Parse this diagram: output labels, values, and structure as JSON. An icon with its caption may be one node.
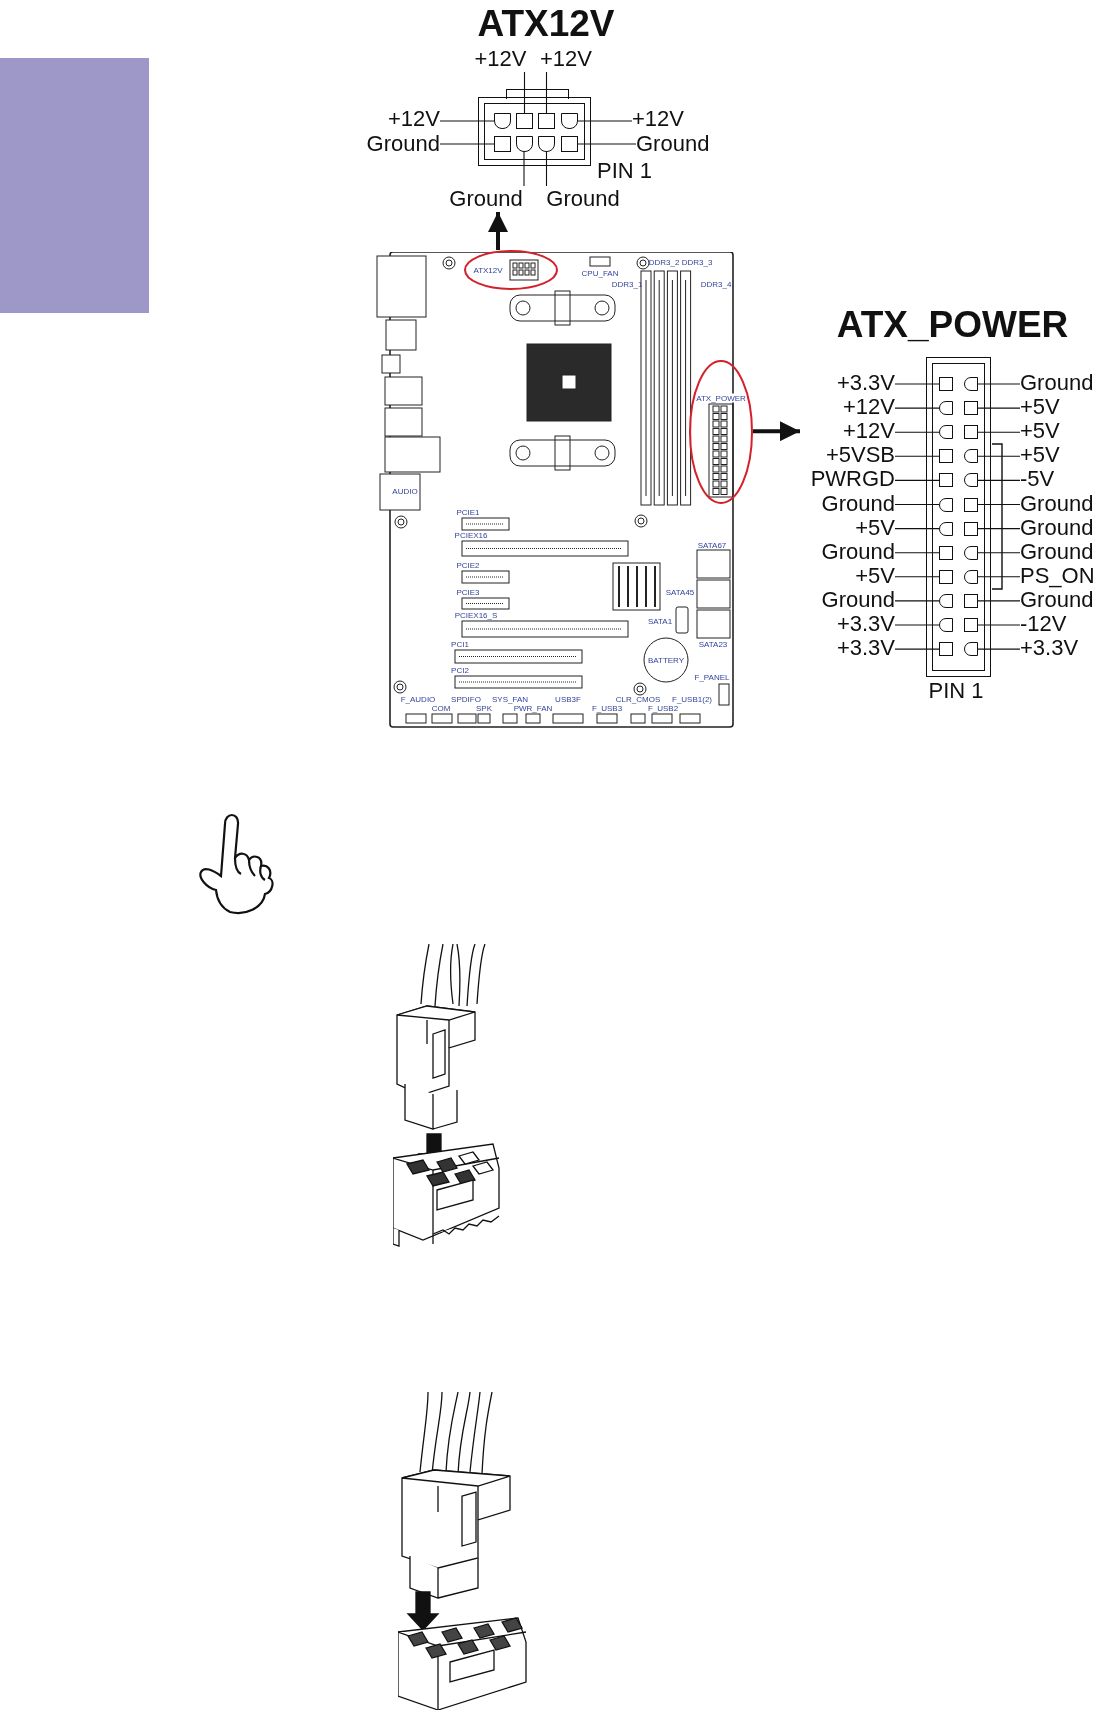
{
  "diagram": {
    "nodes": [
      {
        "text": [
          "ATX12V"
        ],
        "beside": [
          "PIN 1"
        ]
      },
      {
        "text": [],
        "shape": "box",
        "in": 0
      },
      {
        "text": [],
        "shape": "box",
        "in": 0
      },
      {
        "text": [],
        "shape": "box",
        "in": 0
      },
      {
        "text": [],
        "shape": "box",
        "in": 0
      },
      {
        "text": [],
        "shape": "box",
        "in": 0
      },
      {
        "text": [],
        "shape": "box",
        "in": 0
      },
      {
        "text": [],
        "shape": "box",
        "in": 0
      },
      {
        "text": [],
        "shape": "box",
        "in": 0
      },
      {
        "text": [
          "+12V"
        ]
      },
      {
        "text": [
          "+12V"
        ]
      },
      {
        "text": [
          "+12V"
        ]
      },
      {
        "text": [
          "+12V"
        ]
      },
      {
        "text": [
          "Ground"
        ]
      },
      {
        "text": [
          "Ground"
        ]
      },
      {
        "text": [
          "Ground"
        ]
      },
      {
        "text": [
          "Ground"
        ]
      },
      {
        "text": [],
        "shape": "picture"
      },
      {
        "text": [
          "ATX12V"
        ],
        "in": 17
      },
      {
        "text": [
          "ATX_POWER"
        ]
      },
      {
        "text": [
          "ATX_POWER"
        ],
        "beside": [
          "PIN 1"
        ]
      },
      {
        "text": [],
        "shape": "box",
        "in": 20
      },
      {
        "text": [],
        "shape": "box",
        "in": 20
      },
      {
        "text": [],
        "shape": "box",
        "in": 20
      },
      {
        "text": [],
        "shape": "box",
        "in": 20
      },
      {
        "text": [],
        "shape": "box",
        "in": 20
      },
      {
        "text": [],
        "shape": "box",
        "in": 20
      },
      {
        "text": [],
        "shape": "box",
        "in": 20
      },
      {
        "text": [],
        "shape": "box",
        "in": 20
      },
      {
        "text": [],
        "shape": "box",
        "in": 20
      },
      {
        "text": [],
        "shape": "box",
        "in": 20
      },
      {
        "text": [],
        "shape": "box",
        "in": 20
      },
      {
        "text": [],
        "shape": "box",
        "in": 20
      },
      {
        "text": [],
        "shape": "box",
        "in": 20
      },
      {
        "text": [],
        "shape": "box",
        "in": 20
      },
      {
        "text": [],
        "shape": "box",
        "in": 20
      },
      {
        "text": [],
        "shape": "box",
        "in": 20
      },
      {
        "text": [],
        "shape": "box",
        "in": 20
      },
      {
        "text": [],
        "shape": "box",
        "in": 20
      },
      {
        "text": [],
        "shape": "box",
        "in": 20
      },
      {
        "text": [],
        "shape": "box",
        "in": 20
      },
      {
        "text": [],
        "shape": "box",
        "in": 20
      },
      {
        "text": [],
        "shape": "box",
        "in": 20
      },
      {
        "text": [],
        "shape": "box",
        "in": 20
      },
      {
        "text": [],
        "shape": "box",
        "in": 20
      },
      {
        "text": [
          "+3.3V"
        ]
      },
      {
        "text": [
          "Ground"
        ]
      },
      {
        "text": [
          "+12V"
        ]
      },
      {
        "text": [
          "+5V"
        ]
      },
      {
        "text": [
          "+12V"
        ]
      },
      {
        "text": [
          "+5V"
        ]
      },
      {
        "text": [
          "+5VSB"
        ]
      },
      {
        "text": [
          "+5V"
        ]
      },
      {
        "text": [
          "PWRGD"
        ]
      },
      {
        "text": [
          "-5V"
        ]
      },
      {
        "text": [
          "Ground"
        ]
      },
      {
        "text": [
          "Ground"
        ]
      },
      {
        "text": [
          "+5V"
        ]
      },
      {
        "text": [
          "Ground"
        ]
      },
      {
        "text": [
          "Ground"
        ]
      },
      {
        "text": [
          "Ground"
        ]
      },
      {
        "text": [
          "+5V"
        ]
      },
      {
        "text": [
          "PS_ON"
        ]
      },
      {
        "text": [
          "Ground"
        ]
      },
      {
        "text": [
          "Ground"
        ]
      },
      {
        "text": [
          "+3.3V"
        ]
      },
      {
        "text": [
          "-12V"
        ]
      },
      {
        "text": [
          "+3.3V"
        ]
      },
      {
        "text": [
          "+3.3V"
        ]
      },
      {
        "text": [],
        "shape": "bar"
      }
    ],
    "edges": [
      {
        "from": 9,
        "to": 2,
        "arrow": "none"
      },
      {
        "from": 10,
        "to": 3,
        "arrow": "none"
      },
      {
        "from": 11,
        "to": 1,
        "arrow": "none"
      },
      {
        "from": 12,
        "to": 4,
        "arrow": "none"
      },
      {
        "from": 13,
        "to": 5,
        "arrow": "none"
      },
      {
        "from": 14,
        "to": 8,
        "arrow": "none"
      },
      {
        "from": 15,
        "to": 6,
        "arrow": "none"
      },
      {
        "from": 16,
        "to": 7,
        "arrow": "none"
      },
      {
        "from": 18,
        "to": 15,
        "arrow": "to",
        "style": "thick"
      },
      {
        "from": 19,
        "to": 49,
        "arrow": "to",
        "style": "thick"
      },
      {
        "from": 45,
        "to": 21,
        "arrow": "none"
      },
      {
        "from": 46,
        "to": 22,
        "arrow": "none"
      },
      {
        "from": 47,
        "to": 23,
        "arrow": "none"
      },
      {
        "from": 48,
        "to": 24,
        "arrow": "none"
      },
      {
        "from": 49,
        "to": 25,
        "arrow": "none"
      },
      {
        "from": 50,
        "to": 26,
        "arrow": "none"
      },
      {
        "from": 51,
        "to": 27,
        "arrow": "none"
      },
      {
        "from": 52,
        "to": 28,
        "arrow": "none"
      },
      {
        "from": 53,
        "to": 29,
        "arrow": "none"
      },
      {
        "from": 54,
        "to": 30,
        "arrow": "none"
      },
      {
        "from": 55,
        "to": 31,
        "arrow": "none"
      },
      {
        "from": 56,
        "to": 32,
        "arrow": "none"
      },
      {
        "from": 57,
        "to": 33,
        "arrow": "none"
      },
      {
        "from": 58,
        "to": 34,
        "arrow": "none"
      },
      {
        "from": 59,
        "to": 35,
        "arrow": "none"
      },
      {
        "from": 60,
        "to": 36,
        "arrow": "none"
      },
      {
        "from": 61,
        "to": 37,
        "arrow": "none"
      },
      {
        "from": 62,
        "to": 38,
        "arrow": "none"
      },
      {
        "from": 63,
        "to": 39,
        "arrow": "none"
      },
      {
        "from": 64,
        "to": 40,
        "arrow": "none"
      },
      {
        "from": 65,
        "to": 41,
        "arrow": "none"
      },
      {
        "from": 66,
        "to": 42,
        "arrow": "none"
      },
      {
        "from": 67,
        "to": 43,
        "arrow": "none"
      },
      {
        "from": 68,
        "to": 44,
        "arrow": "none"
      }
    ],
    "labels": [
      "DDR3_2",
      "DDR3_3",
      "CPU_FAN",
      "DDR3_1",
      "DDR3_4",
      "AUDIO",
      "PCIE1",
      "PCIEX16",
      "SATA67",
      "PCIE2",
      "PCIE3",
      "SATA45",
      "PCIEX16_S",
      "SATA1",
      "PCI1",
      "SATA23",
      "BATTERY",
      "PCI2",
      "F_PANEL",
      "F_AUDIO",
      "SPDIFO",
      "SYS_FAN",
      "USB3F",
      "CLR_CMOS",
      "F_USB1(2)",
      "COM",
      "SPK",
      "PWR_FAN",
      "F_USB3",
      "F_USB2"
    ]
  }
}
